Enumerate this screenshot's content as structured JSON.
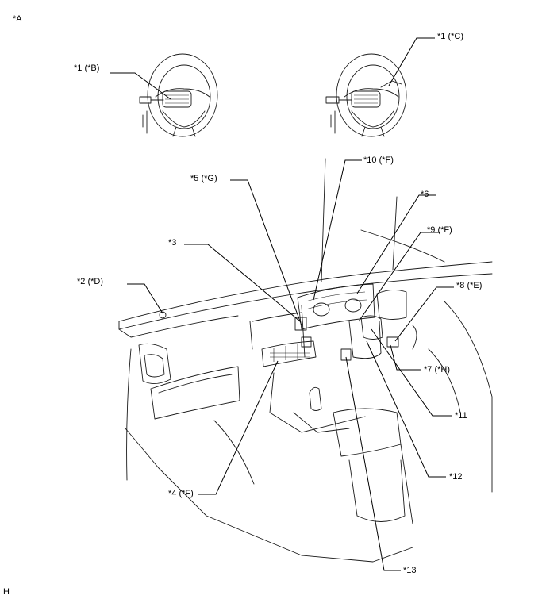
{
  "corner_label": "*A",
  "footer_label": "H",
  "callouts": {
    "c1b": "*1 (*B)",
    "c1c": "*1 (*C)",
    "c10": "*10 (*F)",
    "c5": "*5 (*G)",
    "c6": "*6",
    "c3": "*3",
    "c9": "*9 (*F)",
    "c2": "*2 (*D)",
    "c8": "*8 (*E)",
    "c7": "*7 (*H)",
    "c11": "*11",
    "c12": "*12",
    "c4": "*4 (*F)",
    "c13": "*13"
  }
}
